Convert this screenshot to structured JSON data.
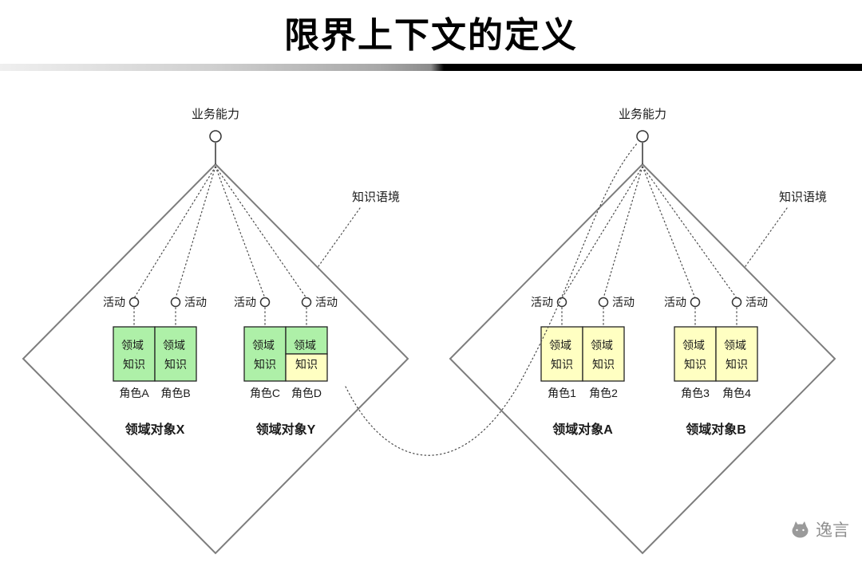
{
  "title": "限界上下文的定义",
  "labels": {
    "business_capability": "业务能力",
    "knowledge_context": "知识语境",
    "activity": "活动",
    "domain_line1": "领域",
    "domain_line2": "知识"
  },
  "contexts": [
    {
      "side": "left",
      "groups": [
        {
          "label": "领域对象X",
          "roles": [
            "角色A",
            "角色B"
          ]
        },
        {
          "label": "领域对象Y",
          "roles": [
            "角色C",
            "角色D"
          ]
        }
      ]
    },
    {
      "side": "right",
      "groups": [
        {
          "label": "领域对象A",
          "roles": [
            "角色1",
            "角色2"
          ]
        },
        {
          "label": "领域对象B",
          "roles": [
            "角色3",
            "角色4"
          ]
        }
      ]
    }
  ],
  "colors": {
    "green": "#aef0a8",
    "yellow": "#ffffc2"
  },
  "watermark": "逸言"
}
